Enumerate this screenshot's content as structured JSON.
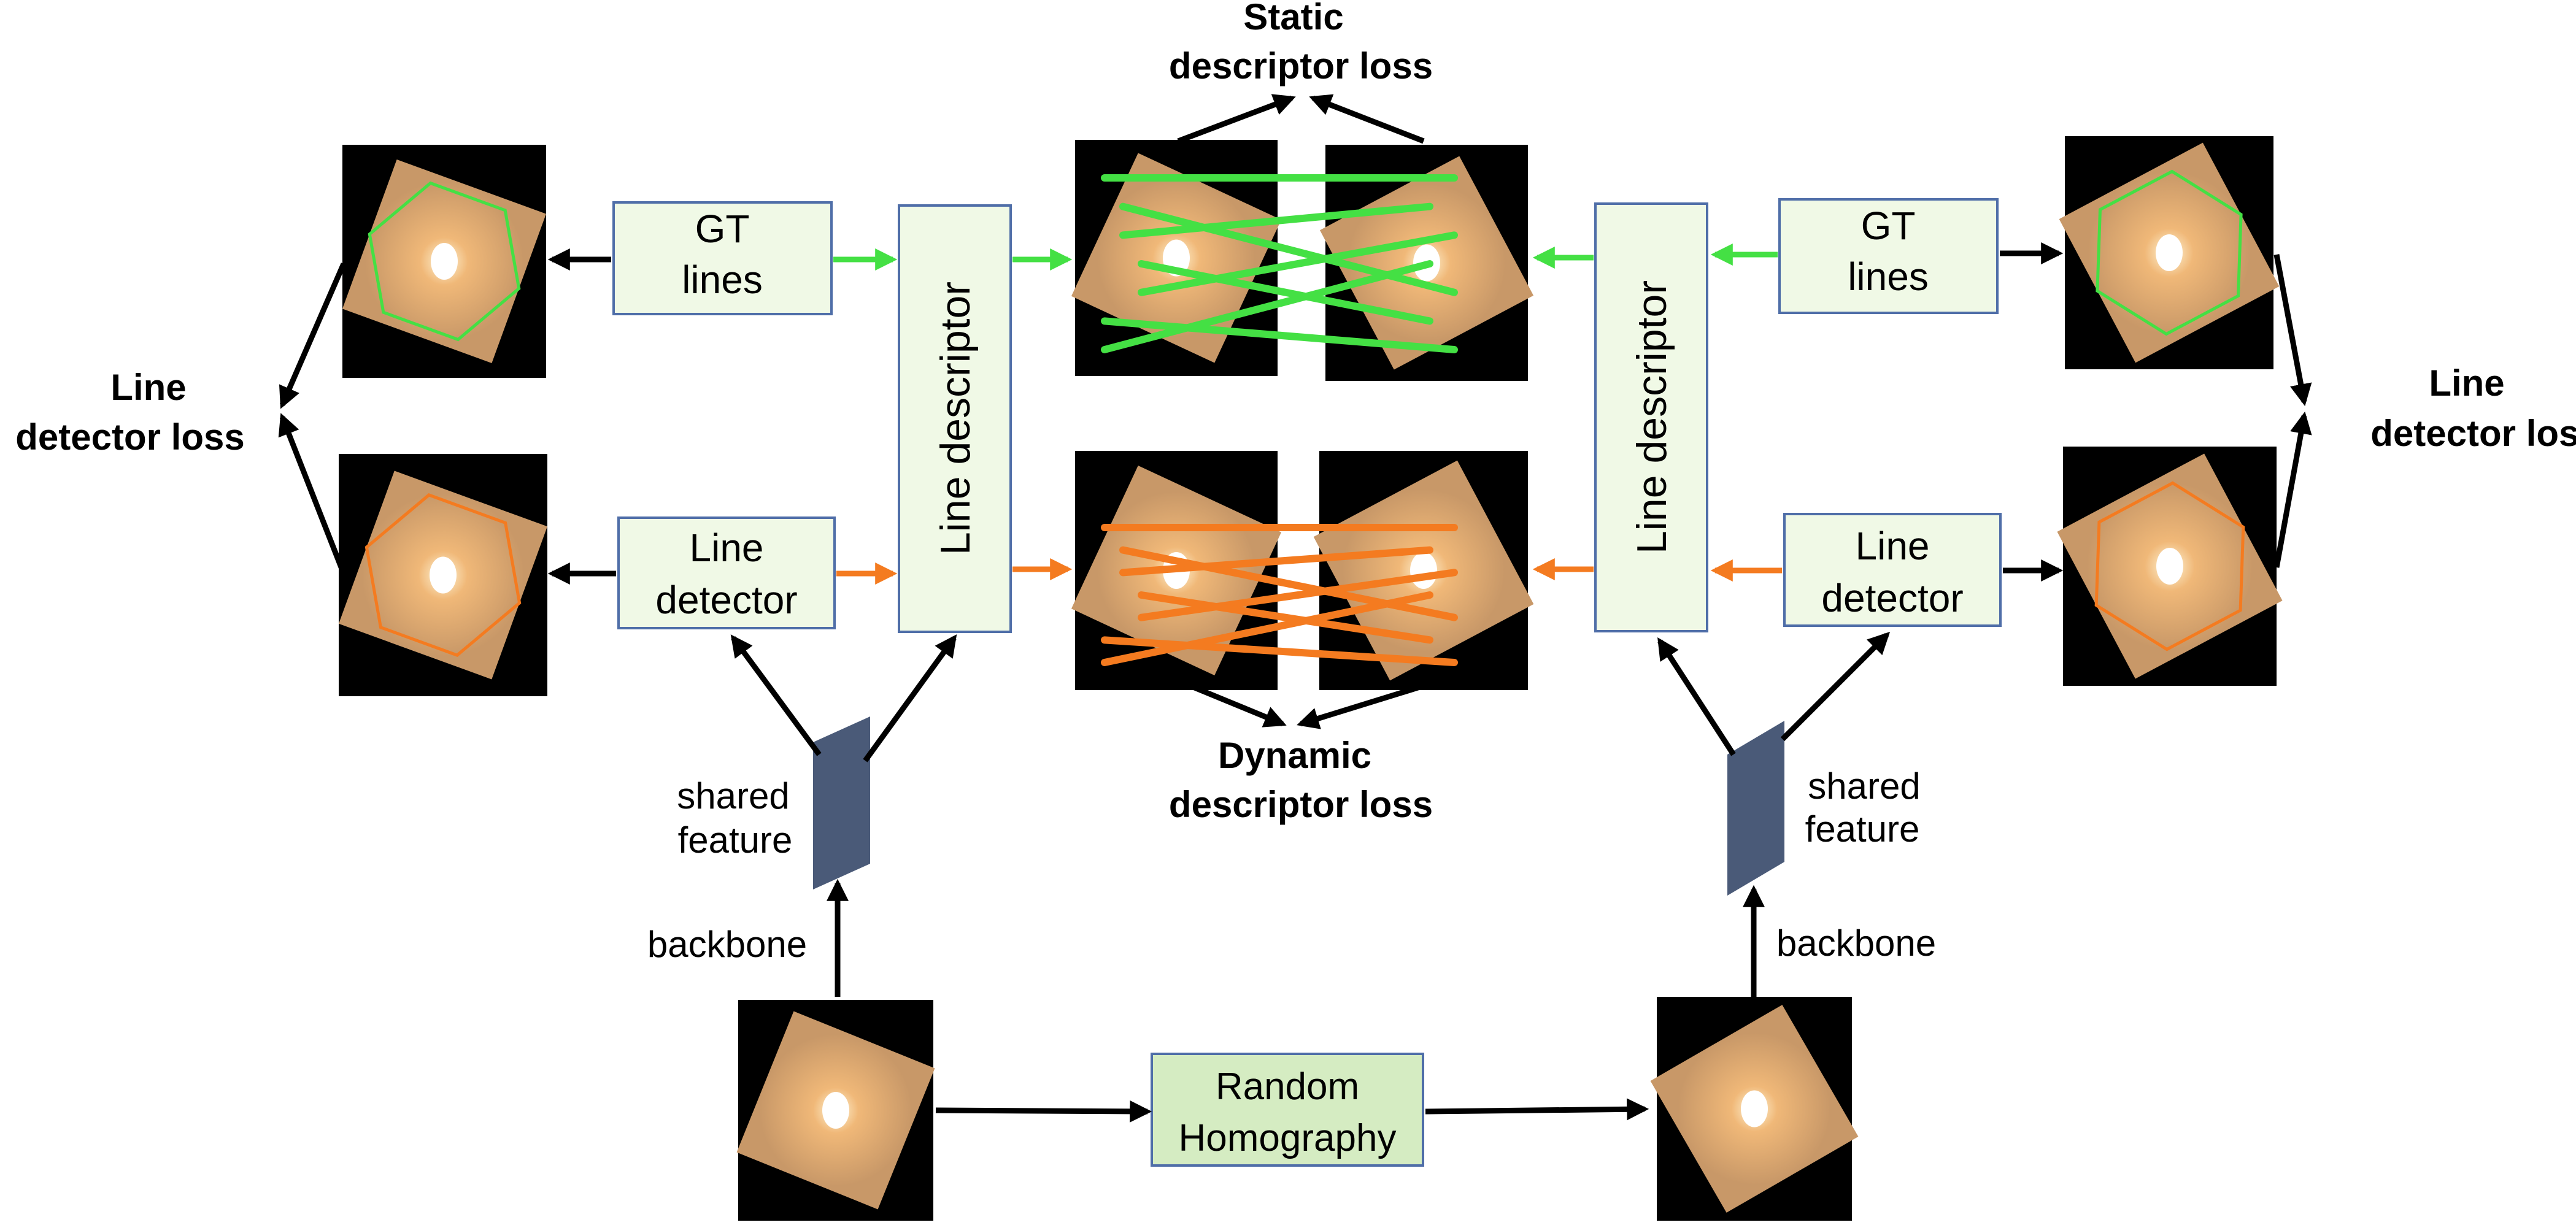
{
  "boxes": {
    "gt_lines_left": [
      "GT",
      "lines"
    ],
    "line_detector_left": [
      "Line",
      "detector"
    ],
    "line_descriptor_left": "Line descriptor",
    "line_descriptor_right": "Line descriptor",
    "gt_lines_right": [
      "GT",
      "lines"
    ],
    "line_detector_right": [
      "Line",
      "detector"
    ],
    "random_homography": [
      "Random",
      "Homography"
    ]
  },
  "captions": {
    "static_loss": [
      "Static",
      "descriptor loss"
    ],
    "dynamic_loss": [
      "Dynamic",
      "descriptor loss"
    ],
    "line_detector_loss_left": [
      "Line",
      "detector loss"
    ],
    "line_detector_loss_right": [
      "Line",
      "detector loss"
    ],
    "shared_feature_left": [
      "shared",
      "feature"
    ],
    "shared_feature_right": [
      "shared",
      "feature"
    ],
    "backbone_left": "backbone",
    "backbone_right": "backbone"
  },
  "colors": {
    "box_fill": "#f0f9e6",
    "box_stroke": "#4f6ea8",
    "homography_fill": "#d5ecc2",
    "gt_arrow": "#44e044",
    "det_arrow": "#f47b20",
    "feature_fill": "#4a5a78",
    "arrow": "#000000"
  }
}
